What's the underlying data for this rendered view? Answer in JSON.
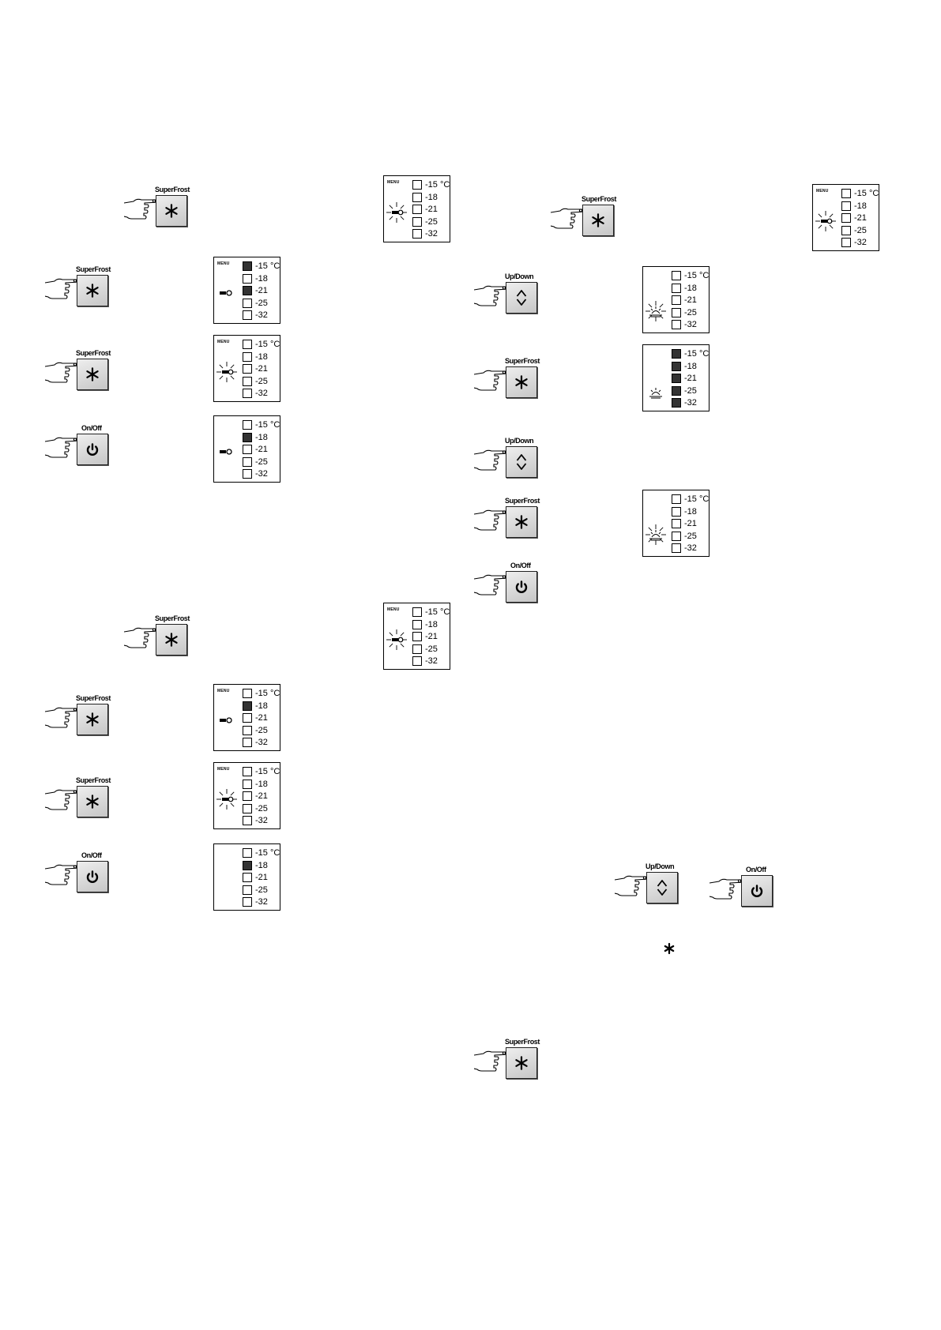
{
  "buttons": {
    "superfrost": "SuperFrost",
    "updown": "Up/Down",
    "onoff": "On/Off"
  },
  "menu_label": "MENU",
  "temps": [
    "-15 °C",
    "-18",
    "-21",
    "-25",
    "-32"
  ],
  "icons": {
    "key": "key-icon",
    "key_blinking": "blinking-key-icon",
    "sun_blinking": "blinking-sun-icon",
    "sun": "sun-icon",
    "star": "star-icon",
    "power": "power-icon",
    "arrows": "up-down-arrows-icon"
  },
  "steps_left_a": [
    {
      "button": "superfrost",
      "panel": {
        "menu": true,
        "icon": "key_blinking",
        "on": []
      }
    },
    {
      "button": "superfrost",
      "panel": {
        "menu": true,
        "icon": "key",
        "on": [
          0,
          2
        ]
      }
    },
    {
      "button": "superfrost",
      "panel": {
        "menu": true,
        "icon": "key_blinking",
        "on": []
      }
    },
    {
      "button": "onoff",
      "panel": {
        "menu": false,
        "icon": "key",
        "on": [
          1
        ]
      }
    }
  ],
  "steps_left_b": [
    {
      "button": "superfrost",
      "panel": {
        "menu": true,
        "icon": "key_blinking",
        "on": []
      }
    },
    {
      "button": "superfrost",
      "panel": {
        "menu": true,
        "icon": "key",
        "on": [
          1
        ]
      }
    },
    {
      "button": "superfrost",
      "panel": {
        "menu": true,
        "icon": "key_blinking",
        "on": []
      }
    },
    {
      "button": "onoff",
      "panel": {
        "menu": false,
        "icon": "none",
        "on": [
          1
        ]
      }
    }
  ],
  "steps_right": [
    {
      "button": "superfrost",
      "panel": {
        "menu": true,
        "icon": "key_blinking",
        "on": []
      }
    },
    {
      "button": "updown",
      "panel": {
        "menu": false,
        "icon": "sun_blinking",
        "on": []
      }
    },
    {
      "button": "superfrost",
      "panel": {
        "menu": false,
        "icon": "sun",
        "on": [
          0,
          1,
          2,
          3,
          4
        ]
      }
    },
    {
      "button": "updown",
      "panel": null
    },
    {
      "button": "superfrost",
      "panel": {
        "menu": false,
        "icon": "sun_blinking",
        "on": []
      }
    },
    {
      "button": "onoff",
      "panel": null
    },
    {
      "button": "updown",
      "panel": null
    },
    {
      "button": "onoff",
      "panel": null
    },
    {
      "button": "superfrost",
      "panel": null
    }
  ]
}
